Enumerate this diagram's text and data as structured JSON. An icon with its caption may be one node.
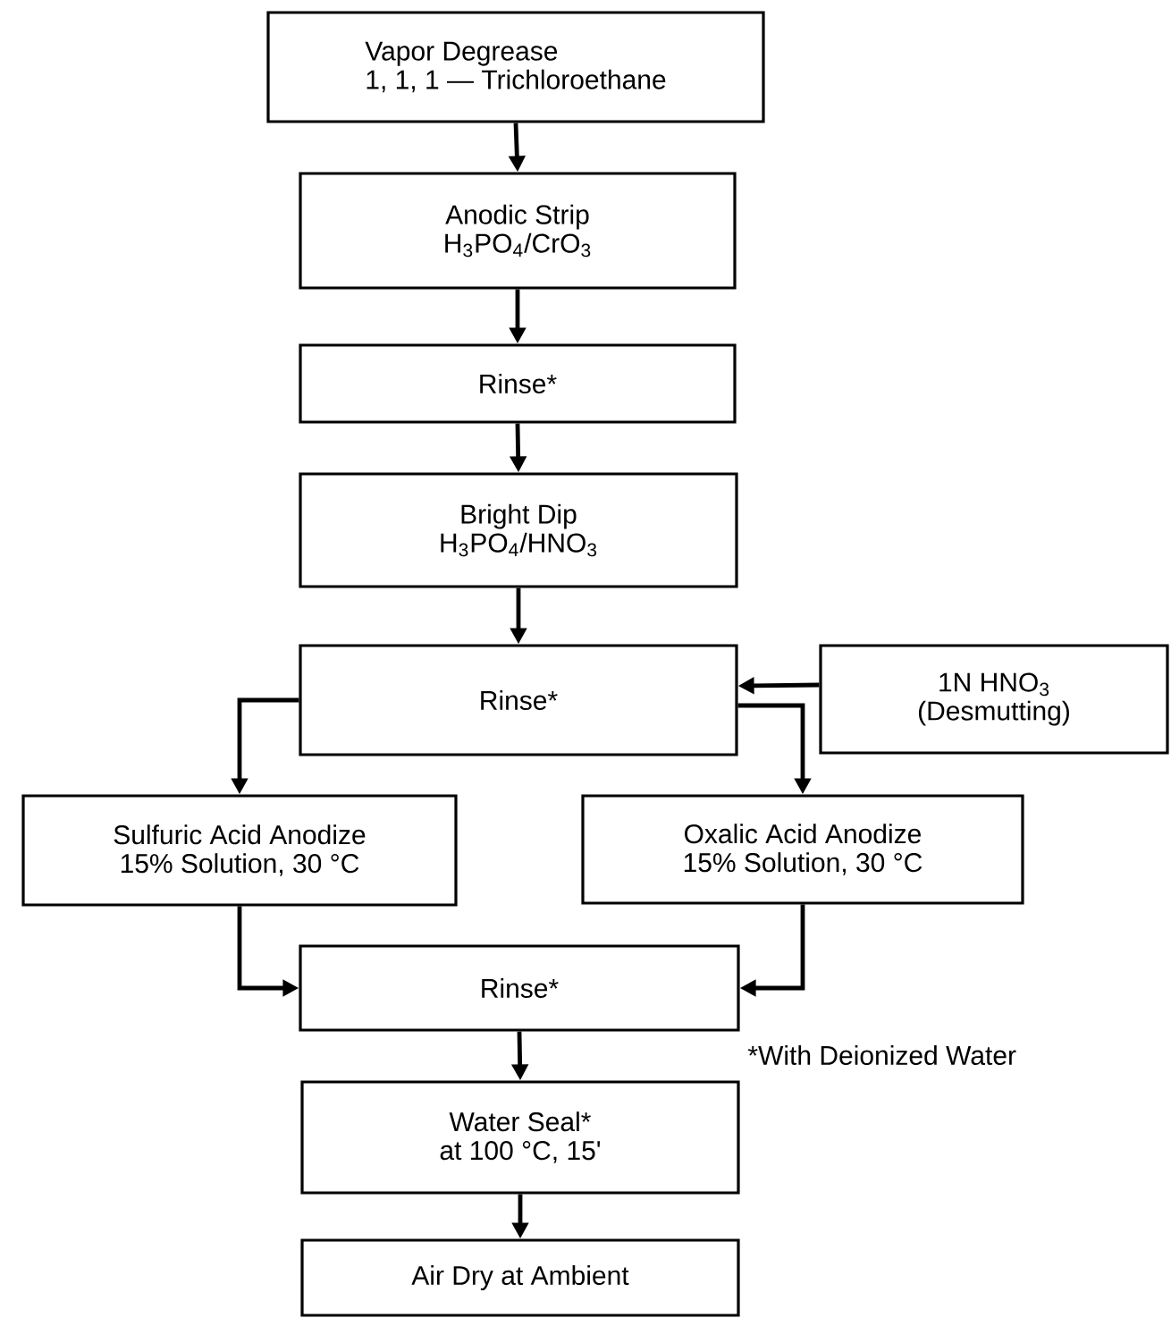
{
  "diagram": {
    "nodes": [
      {
        "text": [
          "Vapor Degrease",
          "1, 1, 1 — Trichloroethane"
        ]
      },
      {
        "text": [
          "Anodic Strip",
          "H$_{3}$PO$_{4}$/CrO$_{3}$"
        ]
      },
      {
        "text": [
          "Rinse*"
        ]
      },
      {
        "text": [
          "Bright Dip",
          "H$_{3}$PO$_{4}$/HNO$_{3}$"
        ]
      },
      {
        "text": [
          "Rinse*"
        ]
      },
      {
        "text": [
          "1N HNO$_{3}$",
          "(Desmutting)"
        ]
      },
      {
        "text": [
          "Sulfuric Acid Anodize",
          "15% Solution, 30 °C"
        ]
      },
      {
        "text": [
          "Oxalic Acid Anodize",
          "15% Solution, 30 °C"
        ]
      },
      {
        "text": [
          "Rinse*"
        ]
      },
      {
        "text": [
          "Water Seal*",
          "at 100 °C, 15'"
        ]
      },
      {
        "text": [
          "Air Dry at Ambient"
        ]
      }
    ],
    "edges": [
      {
        "from": 0,
        "to": 1,
        "arrow": "to"
      },
      {
        "from": 1,
        "to": 2,
        "arrow": "to"
      },
      {
        "from": 2,
        "to": 3,
        "arrow": "to"
      },
      {
        "from": 3,
        "to": 4,
        "arrow": "to"
      },
      {
        "from": 5,
        "to": 4,
        "arrow": "to"
      },
      {
        "from": 4,
        "to": 6,
        "arrow": "to"
      },
      {
        "from": 4,
        "to": 7,
        "arrow": "to"
      },
      {
        "from": 6,
        "to": 8,
        "arrow": "to"
      },
      {
        "from": 7,
        "to": 8,
        "arrow": "to"
      },
      {
        "from": 8,
        "to": 9,
        "arrow": "to"
      },
      {
        "from": 9,
        "to": 10,
        "arrow": "to"
      }
    ],
    "labels": [
      "*With Deionized Water"
    ]
  }
}
